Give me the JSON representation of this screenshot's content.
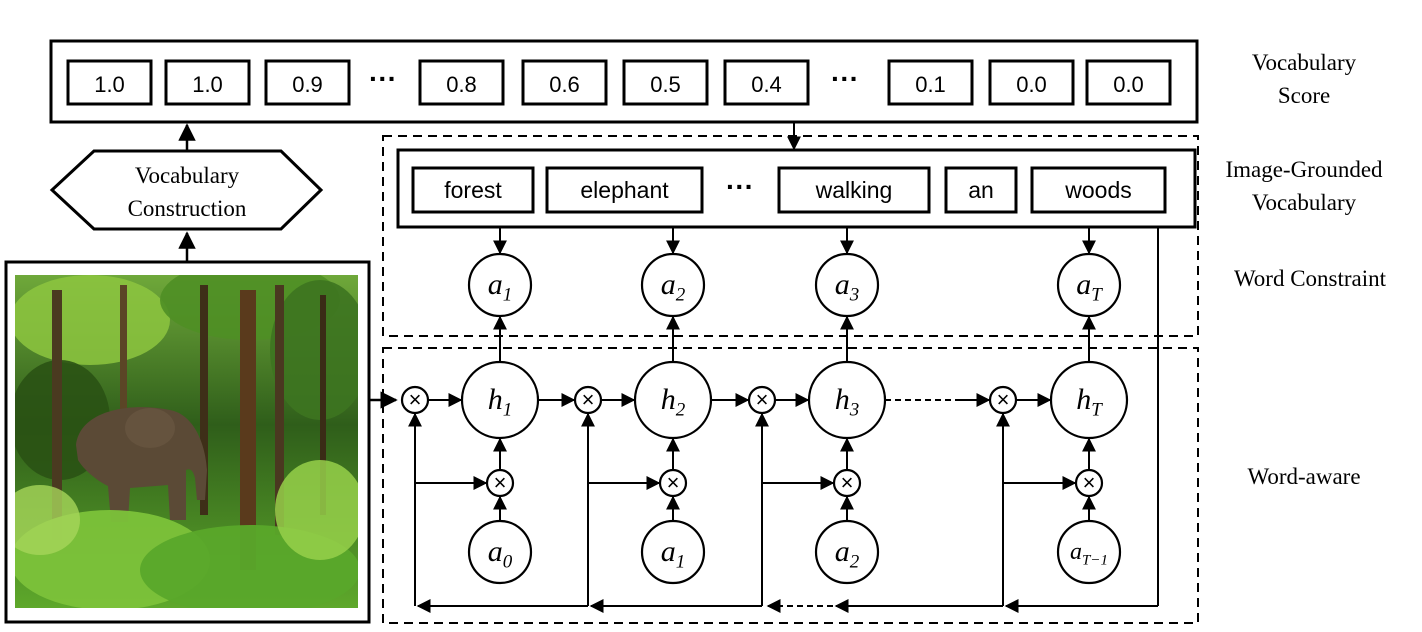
{
  "vocabulary_scores": [
    "1.0",
    "1.0",
    "0.9",
    "0.8",
    "0.6",
    "0.5",
    "0.4",
    "0.1",
    "0.0",
    "0.0"
  ],
  "ellipsis": "···",
  "labels": {
    "vocab_score_line1": "Vocabulary",
    "vocab_score_line2": "Score",
    "grounded_line1": "Image-Grounded",
    "grounded_line2": "Vocabulary",
    "word_constraint": "Word Constraint",
    "word_aware": "Word-aware",
    "construction_line1": "Vocabulary",
    "construction_line2": "Construction"
  },
  "vocabulary_words": [
    "forest",
    "elephant",
    "walking",
    "an",
    "woods"
  ],
  "attention_nodes": [
    {
      "base": "a",
      "sub": "1"
    },
    {
      "base": "a",
      "sub": "2"
    },
    {
      "base": "a",
      "sub": "3"
    },
    {
      "base": "a",
      "sub": "T"
    }
  ],
  "hidden_nodes": [
    {
      "base": "h",
      "sub": "1"
    },
    {
      "base": "h",
      "sub": "2"
    },
    {
      "base": "h",
      "sub": "3"
    },
    {
      "base": "h",
      "sub": "T"
    }
  ],
  "input_nodes": [
    {
      "base": "a",
      "sub": "0"
    },
    {
      "base": "a",
      "sub": "1"
    },
    {
      "base": "a",
      "sub": "2"
    },
    {
      "base": "a",
      "sub": "T−1"
    }
  ],
  "multiply_symbol": "×",
  "colors": {
    "stroke": "#000000",
    "background": "#ffffff",
    "forest_dark": "#1f3d12",
    "forest_mid": "#3f7a1f",
    "forest_light": "#86c23e",
    "elephant": "#5b4a36"
  }
}
